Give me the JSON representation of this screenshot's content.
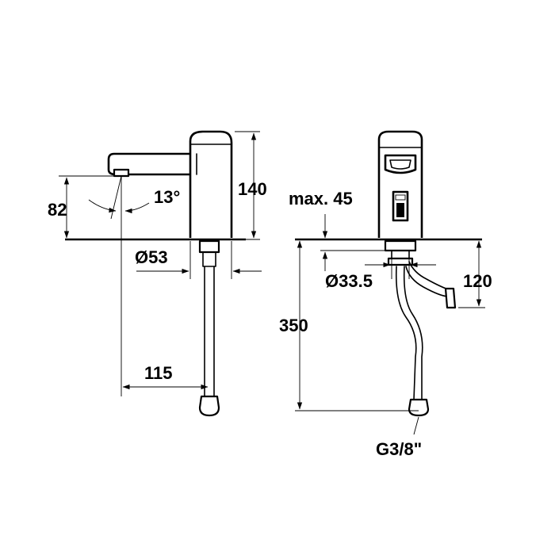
{
  "dimensions": {
    "left_view": {
      "height_total": "140",
      "spout_height": "82",
      "angle": "13°",
      "body_diameter": "Ø53",
      "spout_reach": "115"
    },
    "right_view": {
      "max_deck": "max. 45",
      "hose_length": "350",
      "hole_diameter": "Ø33.5",
      "hose_offset": "120",
      "connection": "G3/8\""
    }
  }
}
